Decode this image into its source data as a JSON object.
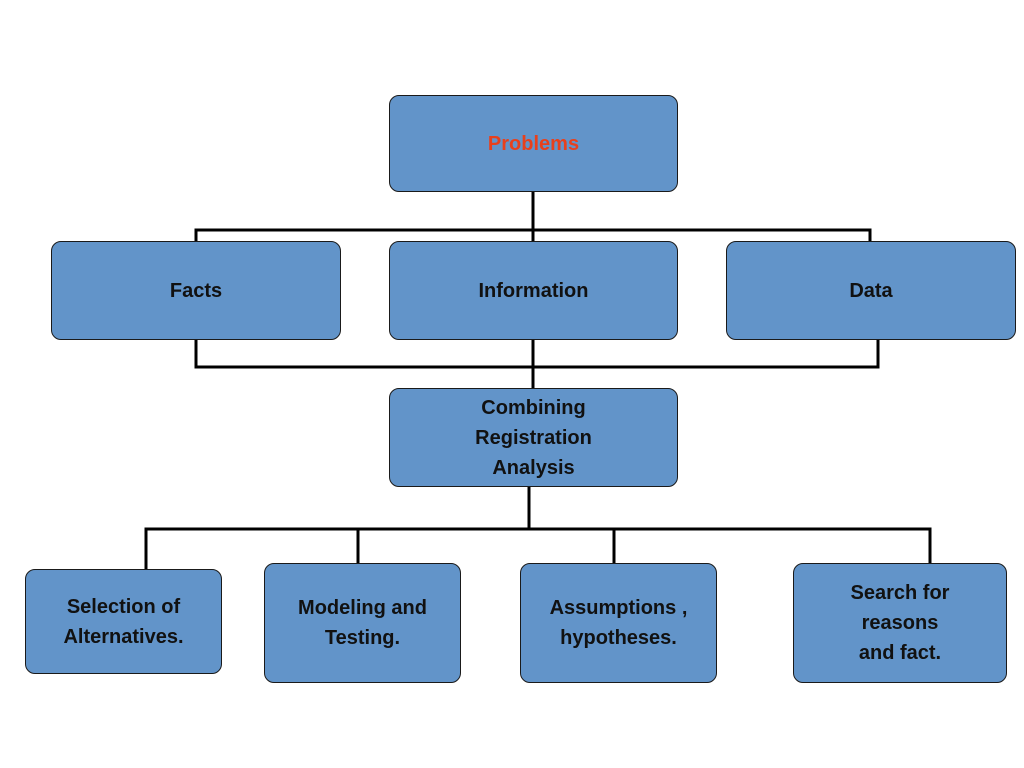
{
  "colors": {
    "box_fill": "#6294c9",
    "box_border": "#1a1a1a",
    "connector": "#000000",
    "title_text": "#e8401c",
    "label_text": "#111111"
  },
  "diagram": {
    "root": {
      "label": "Problems"
    },
    "level2": [
      {
        "label": "Facts"
      },
      {
        "label": "Information"
      },
      {
        "label": "Data"
      }
    ],
    "middle": {
      "label": "Combining\nRegistration\nAnalysis"
    },
    "level4": [
      {
        "label": "Selection of\nAlternatives."
      },
      {
        "label": "Modeling and\nTesting."
      },
      {
        "label": "Assumptions ,\nhypotheses."
      },
      {
        "label": "Search for\nreasons\nand fact."
      }
    ]
  }
}
